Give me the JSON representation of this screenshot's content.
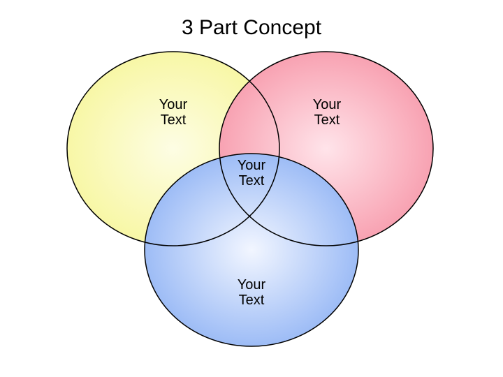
{
  "title": "3 Part Concept",
  "circles": [
    {
      "id": "left",
      "label_line1": "Your",
      "label_line2": "Text",
      "fill_center": "#fdfde4",
      "fill_edge": "#f8f7a6"
    },
    {
      "id": "right",
      "label_line1": "Your",
      "label_line2": "Text",
      "fill_center": "#ffe4ea",
      "fill_edge": "#f8a2b2"
    },
    {
      "id": "bottom",
      "label_line1": "Your",
      "label_line2": "Text",
      "fill_center": "#f2f6ff",
      "fill_edge": "#9dbcf6"
    }
  ],
  "center_label": {
    "line1": "Your",
    "line2": "Text"
  },
  "colors": {
    "stroke": "#000000",
    "text": "#000000",
    "background": "#ffffff"
  }
}
